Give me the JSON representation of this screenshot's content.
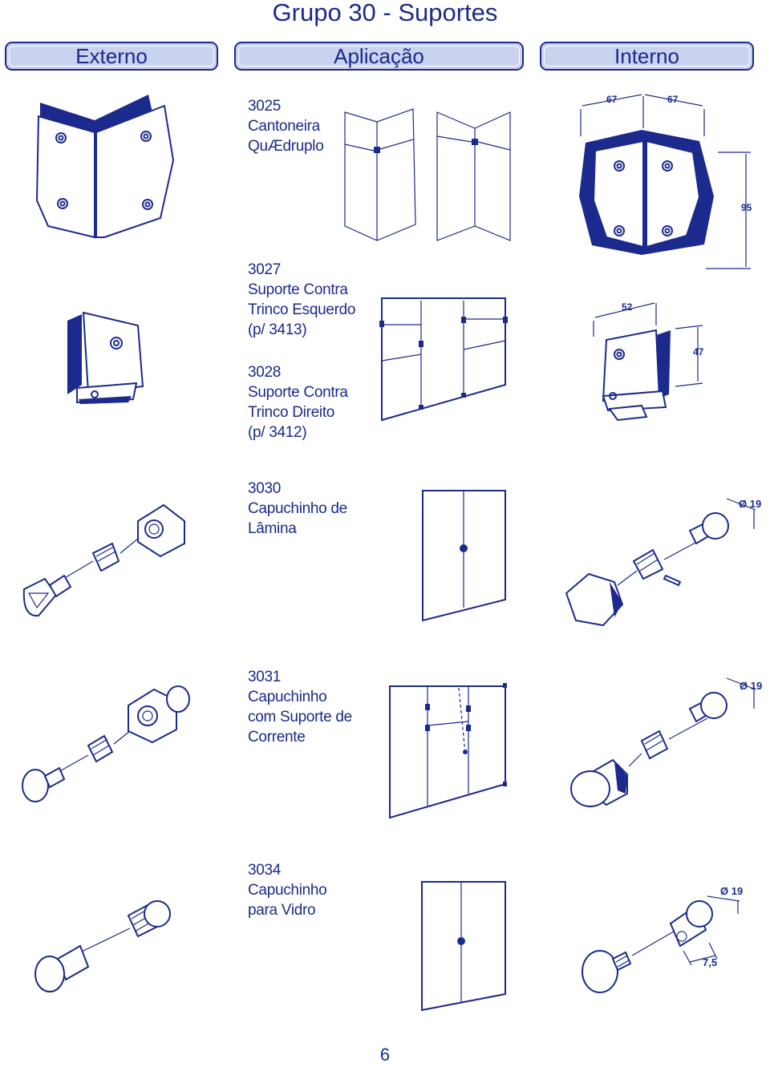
{
  "title": "Grupo 30 - Suportes",
  "tabs": [
    "Externo",
    "Aplicação",
    "Interno"
  ],
  "items": [
    {
      "code": "3025",
      "lines": [
        "Cantoneira",
        "QuÆdruplo"
      ]
    },
    {
      "code": "3027",
      "lines": [
        "Suporte Contra",
        "Trinco Esquerdo",
        "(p/ 3413)"
      ]
    },
    {
      "code": "3028",
      "lines": [
        "Suporte Contra",
        "Trinco Direito",
        "(p/ 3412)"
      ]
    },
    {
      "code": "3030",
      "lines": [
        "Capuchinho de",
        "Lâmina"
      ]
    },
    {
      "code": "3031",
      "lines": [
        "Capuchinho",
        "com Suporte de",
        "Corrente"
      ]
    },
    {
      "code": "3034",
      "lines": [
        "Capuchinho",
        "para Vidro"
      ]
    }
  ],
  "dimensions": {
    "d67a": "67",
    "d67b": "67",
    "d95": "95",
    "d52": "52",
    "d47": "47",
    "d19a": "Ø 19",
    "d19b": "Ø 19",
    "d19c": "Ø 19",
    "d75": "7,5"
  },
  "page_number": "6",
  "colors": {
    "ink": "#1b2a8c",
    "tab_fill": "#c9d2ee"
  }
}
